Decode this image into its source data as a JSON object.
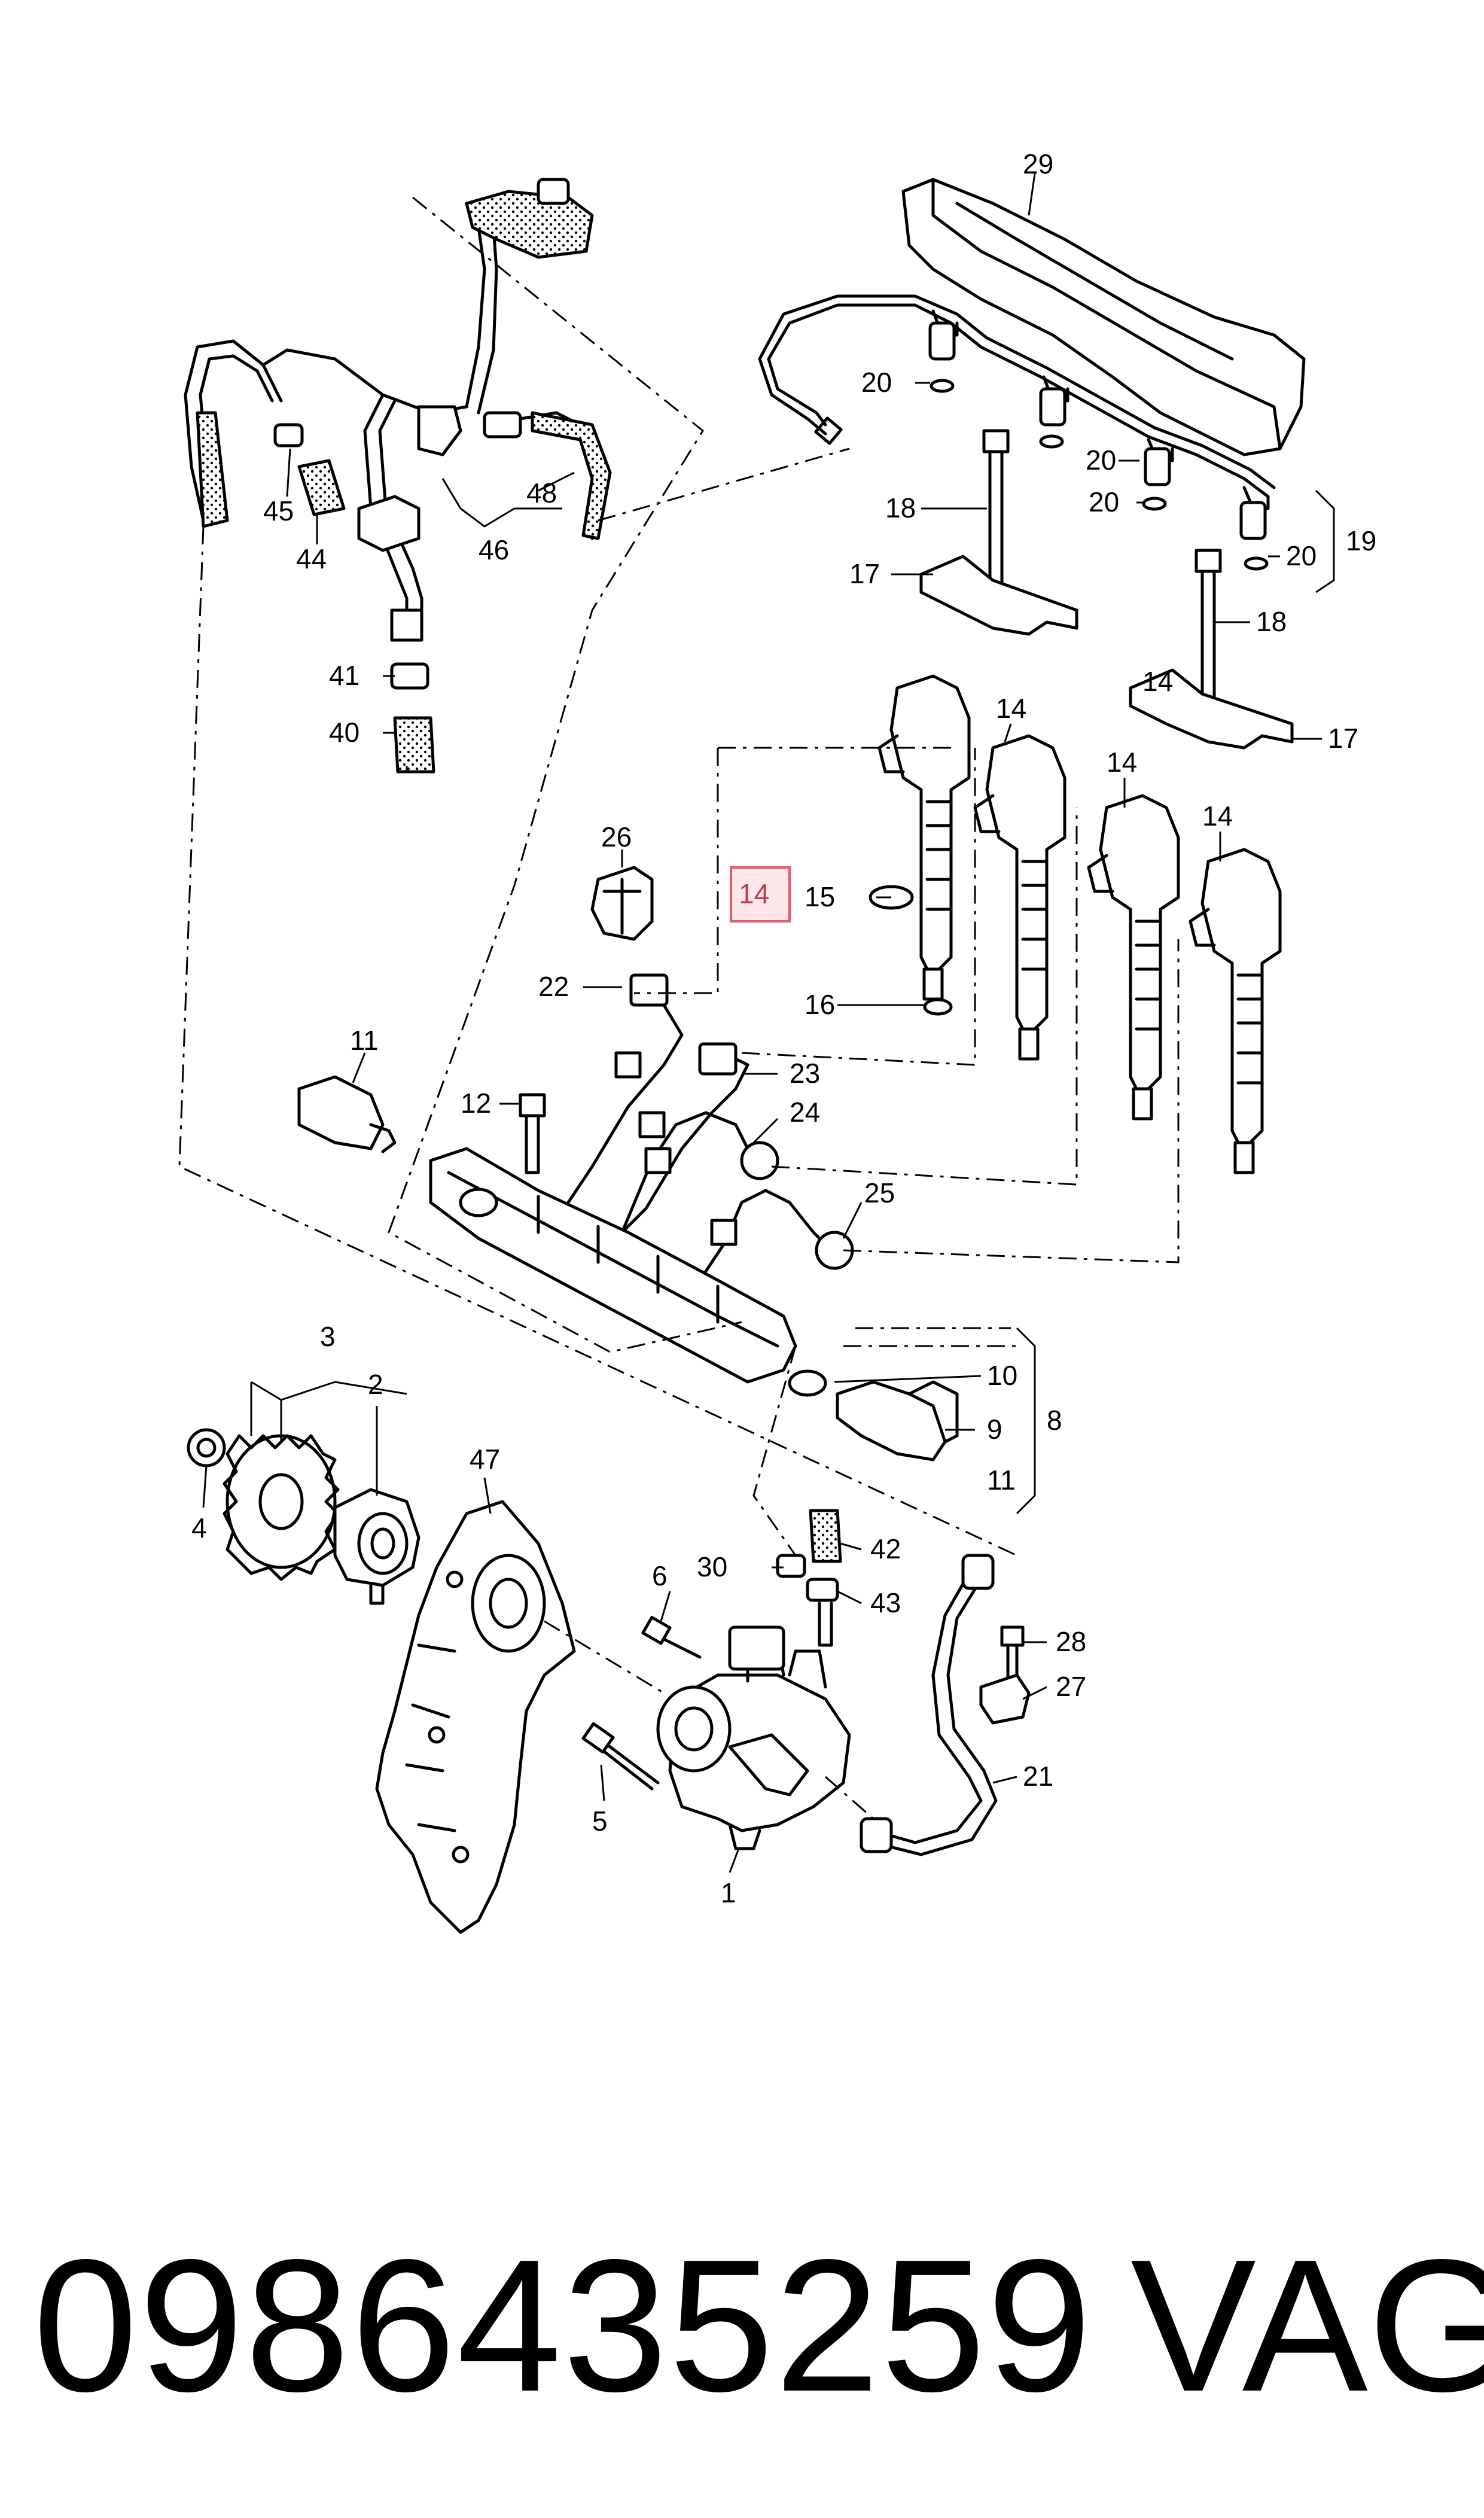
{
  "diagram": {
    "highlight_color": "#e05a6e",
    "callouts": [
      {
        "id": "c29",
        "text": "29"
      },
      {
        "id": "c20a",
        "text": "20"
      },
      {
        "id": "c20b",
        "text": "20"
      },
      {
        "id": "c20c",
        "text": "20"
      },
      {
        "id": "c20d",
        "text": "20"
      },
      {
        "id": "c19",
        "text": "19"
      },
      {
        "id": "c18a",
        "text": "18"
      },
      {
        "id": "c18b",
        "text": "18"
      },
      {
        "id": "c17a",
        "text": "17"
      },
      {
        "id": "c17b",
        "text": "17"
      },
      {
        "id": "c14a",
        "text": "14"
      },
      {
        "id": "c14b",
        "text": "14"
      },
      {
        "id": "c14c",
        "text": "14"
      },
      {
        "id": "c14d",
        "text": "14"
      },
      {
        "id": "c15",
        "text": "15"
      },
      {
        "id": "c16",
        "text": "16"
      },
      {
        "id": "c26",
        "text": "26"
      },
      {
        "id": "c22",
        "text": "22"
      },
      {
        "id": "c23",
        "text": "23"
      },
      {
        "id": "c24",
        "text": "24"
      },
      {
        "id": "c25",
        "text": "25"
      },
      {
        "id": "c11a",
        "text": "11"
      },
      {
        "id": "c11b",
        "text": "11"
      },
      {
        "id": "c12",
        "text": "12"
      },
      {
        "id": "c10",
        "text": "10"
      },
      {
        "id": "c9",
        "text": "9"
      },
      {
        "id": "c8",
        "text": "8"
      },
      {
        "id": "c45",
        "text": "45"
      },
      {
        "id": "c44",
        "text": "44"
      },
      {
        "id": "c48",
        "text": "48"
      },
      {
        "id": "c46",
        "text": "46"
      },
      {
        "id": "c41",
        "text": "41"
      },
      {
        "id": "c40",
        "text": "40"
      },
      {
        "id": "c3",
        "text": "3"
      },
      {
        "id": "c2",
        "text": "2"
      },
      {
        "id": "c4",
        "text": "4"
      },
      {
        "id": "c47",
        "text": "47"
      },
      {
        "id": "c6",
        "text": "6"
      },
      {
        "id": "c30",
        "text": "30"
      },
      {
        "id": "c42",
        "text": "42"
      },
      {
        "id": "c43",
        "text": "43"
      },
      {
        "id": "c28",
        "text": "28"
      },
      {
        "id": "c27",
        "text": "27"
      },
      {
        "id": "c21",
        "text": "21"
      },
      {
        "id": "c5",
        "text": "5"
      },
      {
        "id": "c1",
        "text": "1"
      },
      {
        "id": "c14h",
        "text": "14"
      }
    ]
  },
  "footer": {
    "part_number": "0986435259",
    "brand": "VAG"
  }
}
